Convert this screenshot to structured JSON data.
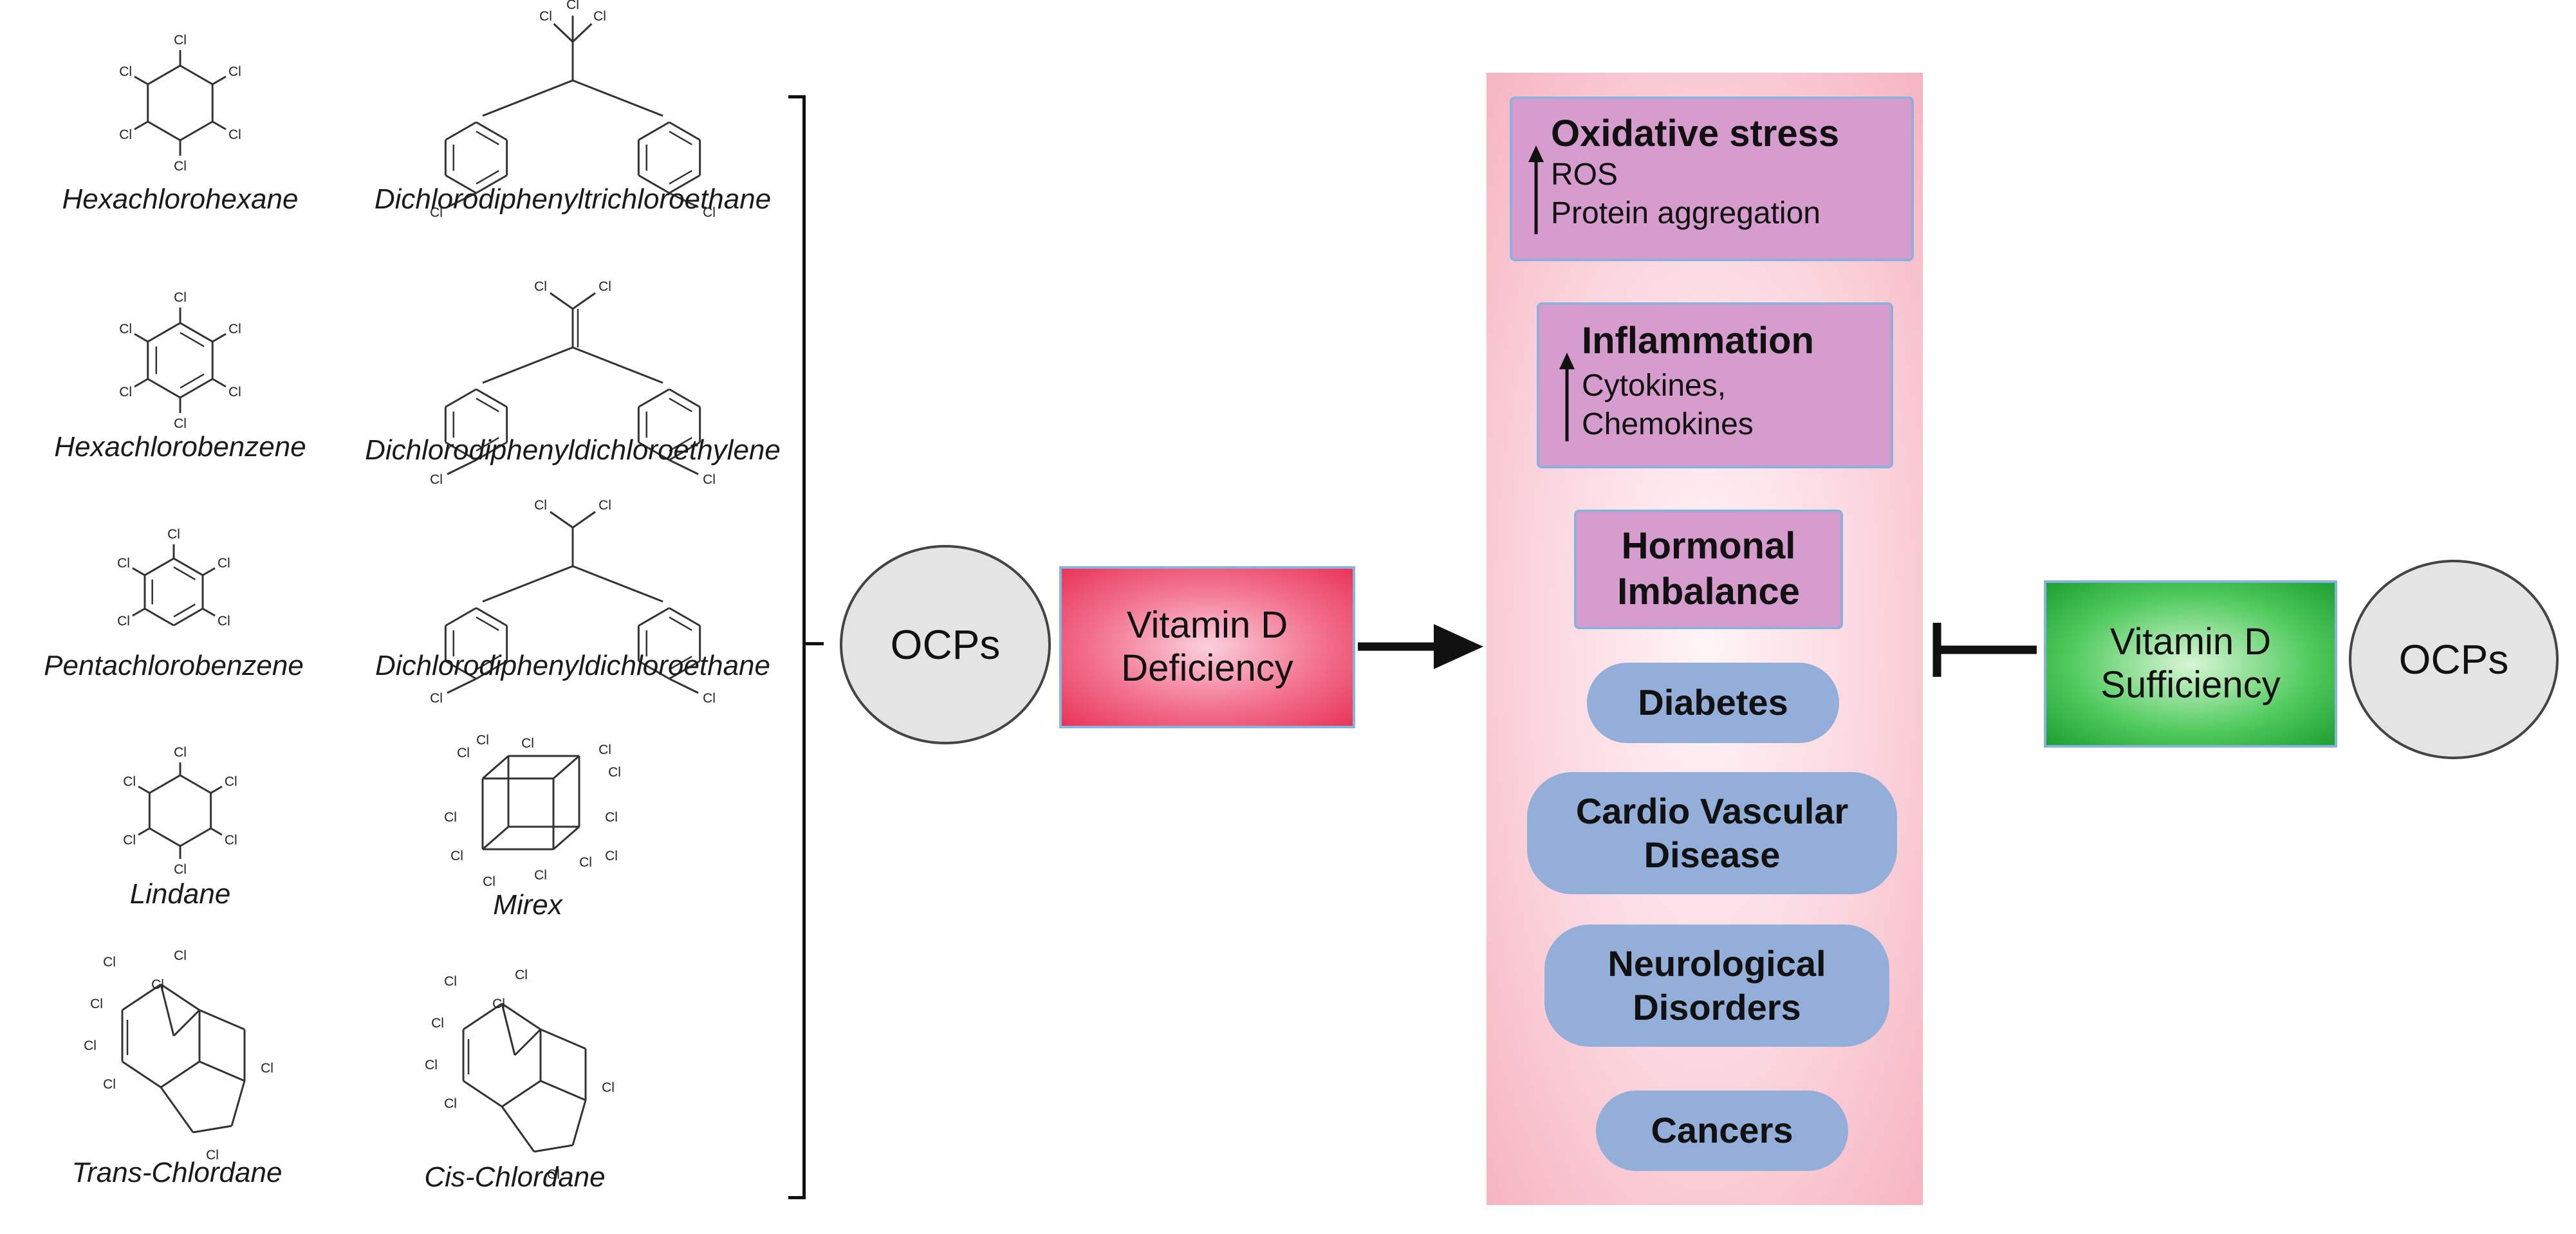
{
  "compounds": [
    {
      "name": "Hexachlorohexane"
    },
    {
      "name": "Dichlorodiphenyltrichloroethane"
    },
    {
      "name": "Hexachlorobenzene"
    },
    {
      "name": "Dichlorodiphenyldichloroethylene"
    },
    {
      "name": "Pentachlorobenzene"
    },
    {
      "name": "Dichlorodiphenyldichloroethane"
    },
    {
      "name": "Lindane"
    },
    {
      "name": "Mirex"
    },
    {
      "name": "Trans-Chlordane"
    },
    {
      "name": "Cis-Chlordane"
    }
  ],
  "atom_label": "Cl",
  "left_ocps": "OCPs",
  "right_ocps": "OCPs",
  "deficiency": {
    "line1": "Vitamin D",
    "line2": "Deficiency"
  },
  "sufficiency": {
    "line1": "Vitamin D",
    "line2": "Sufficiency"
  },
  "effects": {
    "oxidative": {
      "title": "Oxidative stress",
      "lines": [
        "ROS",
        "Protein aggregation"
      ]
    },
    "inflammation": {
      "title": "Inflammation",
      "lines": [
        "Cytokines,",
        "Chemokines"
      ]
    },
    "hormonal": {
      "line1": "Hormonal",
      "line2": "Imbalance"
    },
    "diabetes": "Diabetes",
    "cardio": {
      "line1": "Cardio Vascular",
      "line2": "Disease"
    },
    "neuro": {
      "line1": "Neurological",
      "line2": "Disorders"
    },
    "cancers": "Cancers"
  },
  "colors": {
    "deficiency": "#e8345a",
    "sufficiency": "#1e9e33",
    "panel": "#f6b4c1",
    "effect_box": "#d69ccd",
    "disease_pill": "#93aed8",
    "circle": "#e4e4e4"
  }
}
